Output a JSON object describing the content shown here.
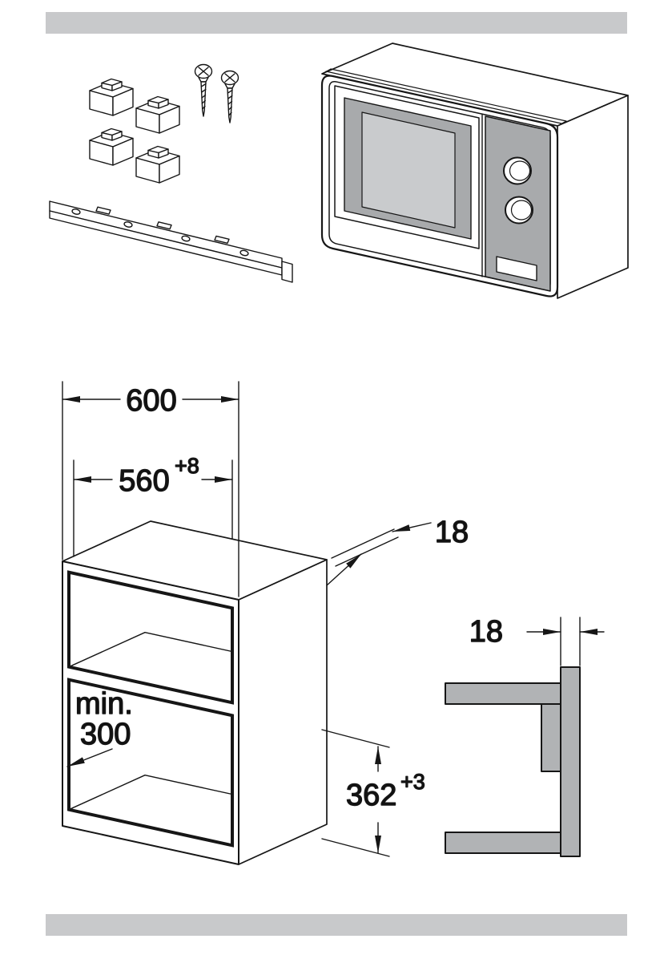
{
  "colors": {
    "bar_gray": "#c8c9cb",
    "panel_gray": "#b1b3b5",
    "door_gray": "#a8aaac",
    "screen_gray": "#c9cbcd"
  },
  "parts": {
    "spacer_blocks": 4,
    "screws": 2,
    "mounting_rail": 1,
    "appliance": "built-in-microwave"
  },
  "niche": {
    "outer_width": "600",
    "inner_width": "560",
    "inner_width_tolerance": "+8",
    "top_panel_thickness": "18",
    "min_depth_label": "min.",
    "min_depth_value": "300",
    "niche_height": "362",
    "niche_height_tolerance": "+3"
  },
  "section": {
    "panel_thickness": "18"
  }
}
